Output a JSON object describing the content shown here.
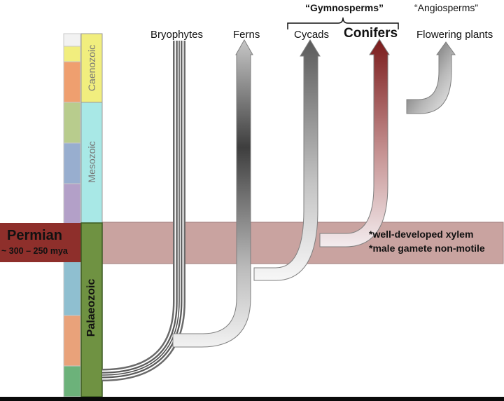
{
  "lineages": {
    "bryophytes": "Bryophytes",
    "ferns": "Ferns",
    "cycads": "Cycads",
    "conifers": "Conifers",
    "flowering": "Flowering plants"
  },
  "groups": {
    "gymnosperms": "“Gymnosperms”",
    "angiosperms": "“Angiosperms”"
  },
  "eras": {
    "caenozoic": "Caenozoic",
    "mesozoic": "Mesozoic",
    "palaeozoic": "Palaeozoic"
  },
  "permian": {
    "title": "Permian",
    "range": "~ 300 – 250 mya",
    "notes": [
      "*well-developed xylem",
      "*male gamete non-motile"
    ]
  },
  "colors": {
    "permian_band": "#c9a3a0",
    "permian_box": "#8e2f2b",
    "caenozoic": "#f1ee7e",
    "mesozoic": "#a8e8e6",
    "palaeozoic": "#6f9242"
  }
}
